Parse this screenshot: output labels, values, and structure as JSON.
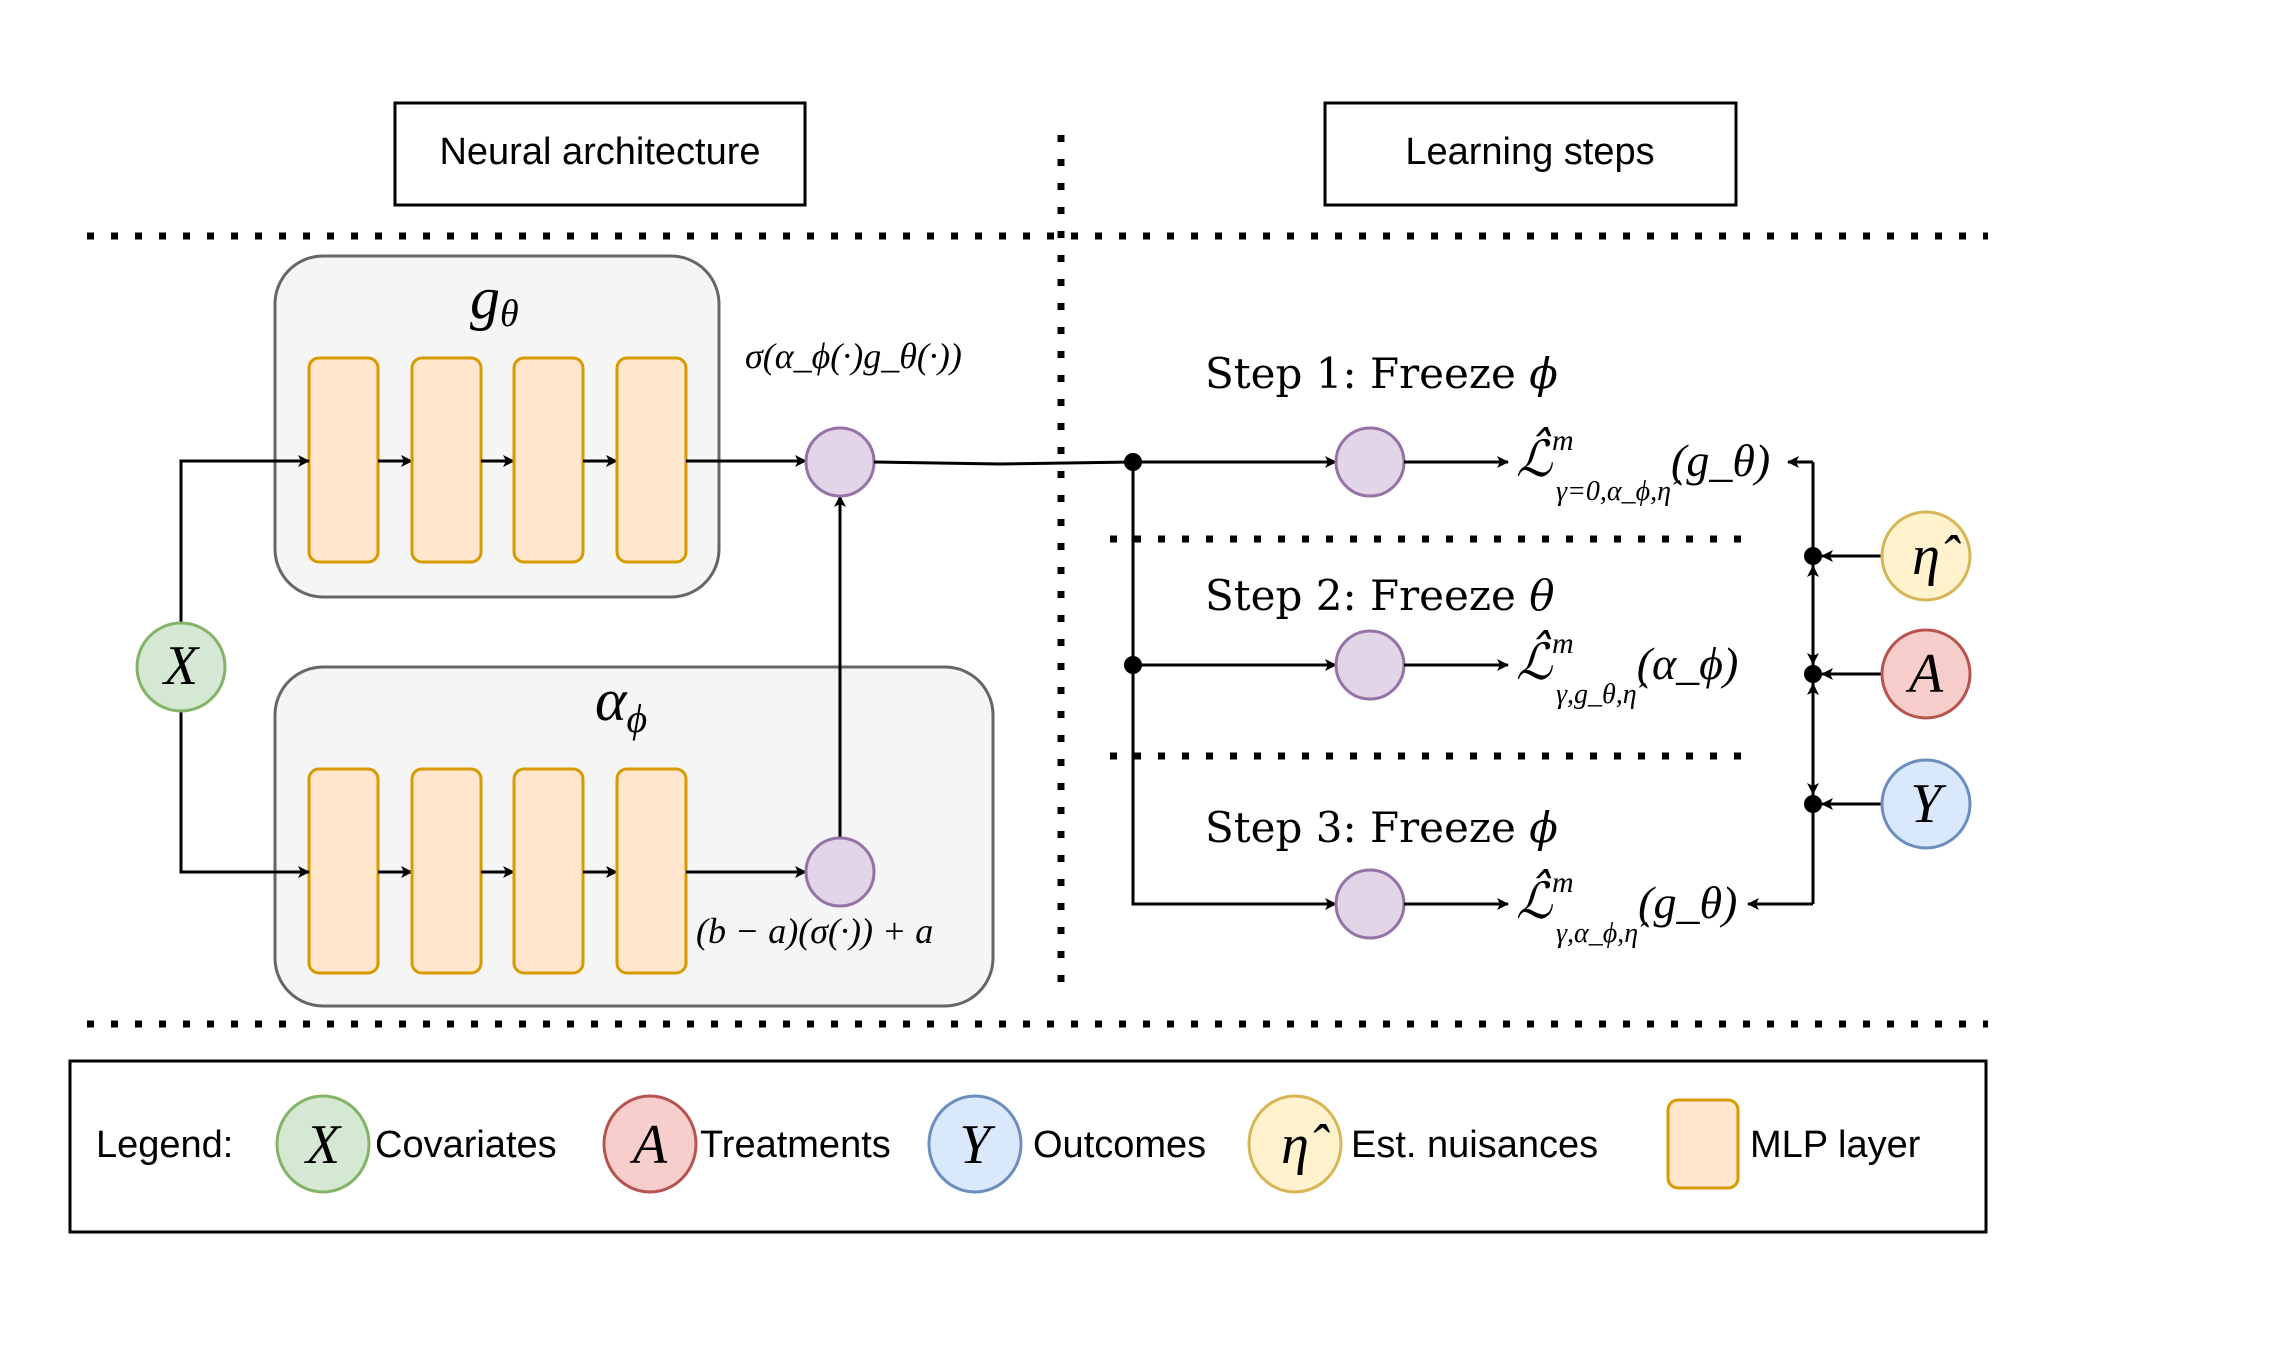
{
  "headers": {
    "left": "Neural architecture",
    "right": "Learning steps"
  },
  "colors": {
    "mlp_fill": "#ffe6cc",
    "mlp_stroke": "#d79b00",
    "group_fill": "#f5f5f5",
    "group_stroke": "#666666",
    "op_fill": "#e1d5e7",
    "op_stroke": "#9673a6",
    "x_fill": "#d5e8d4",
    "x_stroke": "#82b366",
    "a_fill": "#f8cecc",
    "a_stroke": "#b85450",
    "y_fill": "#dae8fc",
    "y_stroke": "#6c8ebf",
    "eta_fill": "#fff2cc",
    "eta_stroke": "#d6b656"
  },
  "architecture": {
    "g_network": {
      "name": "g",
      "subscript": "θ"
    },
    "alpha_network": {
      "name": "α",
      "subscript": "ϕ"
    },
    "input_node": "X",
    "mlp_layers_per_network": 4,
    "output_formula": "σ(α_ϕ(·)g_θ(·))",
    "alpha_formula": "(b − a)(σ(·)) + a"
  },
  "steps": [
    {
      "label": "Step 1: Freeze ",
      "symbol": "ϕ",
      "loss_main": "ℒ̂",
      "loss_sup": "m",
      "loss_sub": "γ=0,α_ϕ,η̂",
      "loss_arg": "(g_θ)"
    },
    {
      "label": "Step 2: Freeze ",
      "symbol": "θ",
      "loss_main": "ℒ̂",
      "loss_sup": "m",
      "loss_sub": "γ,g_θ,η̂",
      "loss_arg": "(α_ϕ)"
    },
    {
      "label": "Step 3: Freeze ",
      "symbol": "ϕ",
      "loss_main": "ℒ̂",
      "loss_sup": "m",
      "loss_sub": "γ,α_ϕ,η̂",
      "loss_arg": "(g_θ)"
    }
  ],
  "inputs": [
    {
      "symbol": "η̂",
      "kind": "eta"
    },
    {
      "symbol": "A",
      "kind": "a"
    },
    {
      "symbol": "Y",
      "kind": "y"
    }
  ],
  "legend": {
    "title": "Legend:",
    "items": [
      {
        "symbol": "X",
        "label": "Covariates",
        "kind": "x"
      },
      {
        "symbol": "A",
        "label": "Treatments",
        "kind": "a"
      },
      {
        "symbol": "Y",
        "label": "Outcomes",
        "kind": "y"
      },
      {
        "symbol": "η̂",
        "label": "Est. nuisances",
        "kind": "eta"
      },
      {
        "symbol": "",
        "label": "MLP layer",
        "kind": "mlp"
      }
    ]
  }
}
